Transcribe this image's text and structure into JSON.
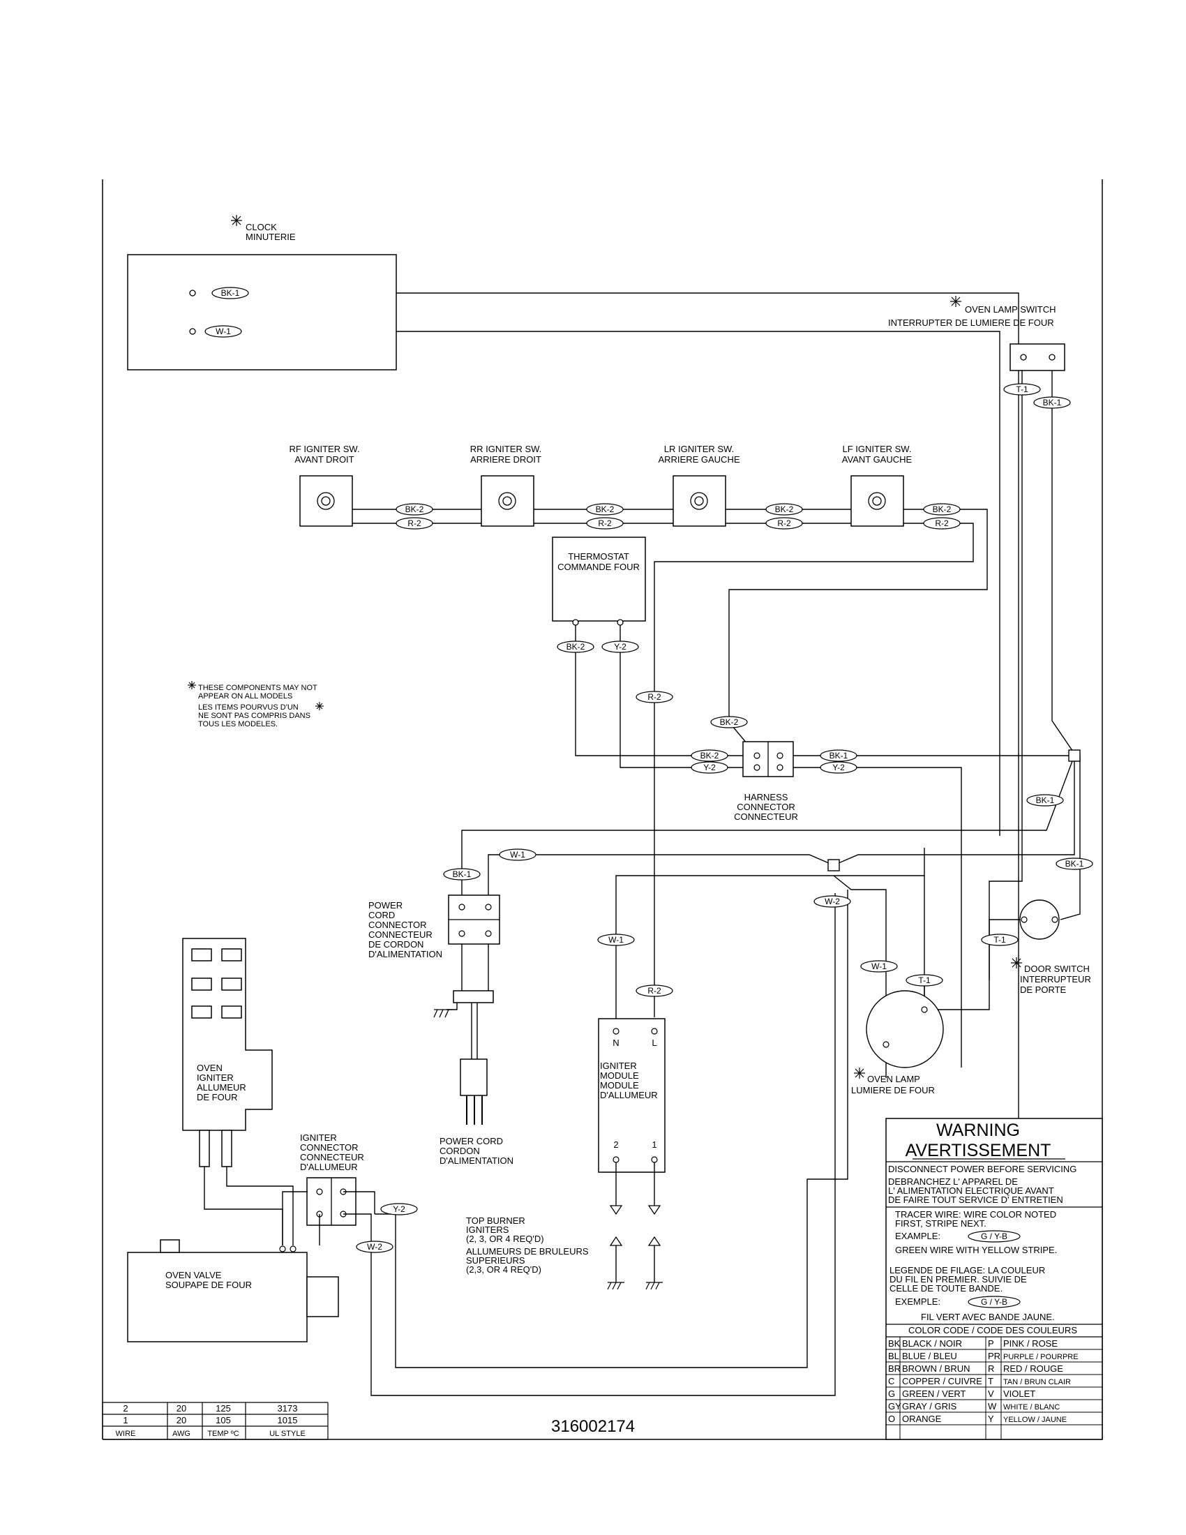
{
  "labels": {
    "clock": [
      "CLOCK",
      "MINUTERIE"
    ],
    "oven_lamp_switch": [
      "OVEN LAMP SWITCH",
      "INTERRUPTER DE LUMIERE DE FOUR"
    ],
    "rf_igniter_sw": [
      "RF IGNITER SW.",
      "AVANT DROIT"
    ],
    "rr_igniter_sw": [
      "RR  IGNITER SW.",
      "ARRIERE DROIT"
    ],
    "lr_igniter_sw": [
      "LR IGNITER SW.",
      "ARRIERE GAUCHE"
    ],
    "lf_igniter_sw": [
      "LF IGNITER SW.",
      "AVANT GAUCHE"
    ],
    "thermostat": [
      "THERMOSTAT",
      "COMMANDE FOUR"
    ],
    "note": [
      "THESE COMPONENTS MAY NOT",
      "APPEAR ON ALL MODELS",
      "LES ITEMS POURVUS D'UN",
      "NE SONT PAS COMPRIS DANS",
      "TOUS LES MODELES."
    ],
    "harness_connector": [
      "HARNESS",
      "CONNECTOR",
      "CONNECTEUR"
    ],
    "power_cord_connector": [
      "POWER",
      "CORD",
      "CONNECTOR",
      "CONNECTEUR",
      "DE CORDON",
      "D'ALIMENTATION"
    ],
    "power_cord": [
      "POWER CORD",
      "CORDON",
      "D'ALIMENTATION"
    ],
    "door_switch": [
      "DOOR SWITCH",
      "INTERRUPTEUR",
      "DE PORTE"
    ],
    "oven_lamp": [
      "OVEN LAMP",
      "LUMIERE DE FOUR"
    ],
    "oven_igniter": [
      "OVEN",
      "IGNITER",
      "ALLUMEUR",
      "DE FOUR"
    ],
    "igniter_connector": [
      "IGNITER",
      "CONNECTOR",
      "CONNECTEUR",
      "D'ALLUMEUR"
    ],
    "igniter_module": [
      "IGNITER",
      "MODULE",
      "MODULE",
      "D'ALLUMEUR"
    ],
    "module_terminals": [
      "N",
      "L",
      "2",
      "1"
    ],
    "top_burner_igniters": [
      "TOP BURNER",
      "IGNITERS",
      "(2, 3, OR 4 REQ'D)",
      "ALLUMEURS DE BRULEURS",
      "SUPERIEURS",
      "(2,3, OR 4 REQ'D)"
    ],
    "oven_valve": [
      "OVEN VALVE",
      "SOUPAPE DE FOUR"
    ]
  },
  "wire_tags": {
    "clock_bk": "BK-1",
    "clock_w": "W-1",
    "lamp_sw_t": "T-1",
    "lamp_sw_bk": "BK-1",
    "sw1_bk": "BK-2",
    "sw1_r": "R-2",
    "sw2_bk": "BK-2",
    "sw2_r": "R-2",
    "sw3_bk": "BK-2",
    "sw3_r": "R-2",
    "sw4_bk": "BK-2",
    "sw4_r": "R-2",
    "thermo_bk": "BK-2",
    "thermo_y": "Y-2",
    "r2_mid": "R-2",
    "bk2_vert": "BK-2",
    "harness_in_bk": "BK-2",
    "harness_in_y": "Y-2",
    "harness_out_bk": "BK-1",
    "harness_out_y": "Y-2",
    "right_bk_a": "BK-1",
    "right_bk_b": "BK-1",
    "power_bk": "BK-1",
    "power_w": "W-1",
    "w2_mid": "W-2",
    "w1_module": "W-1",
    "r2_module": "R-2",
    "door_t": "T-1",
    "lamp_w": "W-1",
    "lamp_t": "T-1",
    "ign_y": "Y-2",
    "ign_w": "W-2"
  },
  "warning": {
    "title": "WARNING",
    "title_fr": "AVERTISSEMENT",
    "lines": [
      "DISCONNECT POWER BEFORE SERVICING",
      "DEBRANCHEZ L' APPAREL DE",
      "L' ALIMENTATION ELECTRIQUE AVANT",
      "DE FAIRE TOUT SERVICE D' ENTRETIEN"
    ],
    "tracer": [
      "TRACER WIRE:  WIRE COLOR NOTED",
      "FIRST, STRIPE NEXT."
    ],
    "example_label": "EXAMPLE:",
    "example_code": "G / Y-B",
    "example_desc": "GREEN WIRE WITH YELLOW STRIPE.",
    "legende": [
      "LEGENDE DE FILAGE:   LA COULEUR",
      "DU FIL EN PREMIER.  SUIVIE DE",
      "CELLE DE TOUTE BANDE."
    ],
    "exemple_label": "EXEMPLE:",
    "exemple_code": "G / Y-B",
    "exemple_desc": "FIL VERT AVEC BANDE JAUNE.",
    "color_code_title": "COLOR CODE  /  CODE DES COULEURS",
    "colors": [
      [
        "BK",
        "BLACK  /  NOIR",
        "P",
        "PINK  /  ROSE"
      ],
      [
        "BL",
        "BLUE  /  BLEU",
        "PR",
        "PURPLE / POURPRE"
      ],
      [
        "BR",
        "BROWN  /  BRUN",
        "R",
        "RED  /  ROUGE"
      ],
      [
        "C",
        "COPPER  /  CUIVRE",
        "T",
        "TAN / BRUN CLAIR"
      ],
      [
        "G",
        "GREEN  /  VERT",
        "V",
        "VIOLET"
      ],
      [
        "GY",
        "GRAY  /  GRIS",
        "W",
        "WHITE  /  BLANC"
      ],
      [
        "O",
        "ORANGE",
        "Y",
        "YELLOW  /  JAUNE"
      ]
    ]
  },
  "wire_table": {
    "rows": [
      [
        "2",
        "20",
        "125",
        "3173"
      ],
      [
        "1",
        "20",
        "105",
        "1015"
      ]
    ],
    "headers": [
      "WIRE",
      "AWG",
      "TEMP ºC",
      "UL STYLE"
    ]
  },
  "part_number": "316002174"
}
